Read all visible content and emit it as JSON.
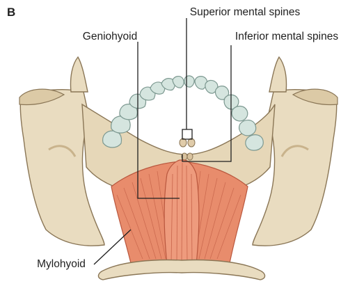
{
  "figure": {
    "panel_letter": "B",
    "labels": {
      "superior_mental_spines": "Superior mental spines",
      "geniohyoid": "Geniohyoid",
      "inferior_mental_spines": "Inferior mental spines",
      "mylohyoid": "Mylohyoid"
    },
    "colors": {
      "bone": "#e9dcc0",
      "bone_shade": "#c9b38c",
      "bone_outline": "#8a7656",
      "teeth": "#d5e5df",
      "teeth_outline": "#7c9890",
      "mylohyoid": "#e88c6c",
      "geniohyoid": "#ee9b7d",
      "muscle_fiber": "#c8654b"
    }
  }
}
